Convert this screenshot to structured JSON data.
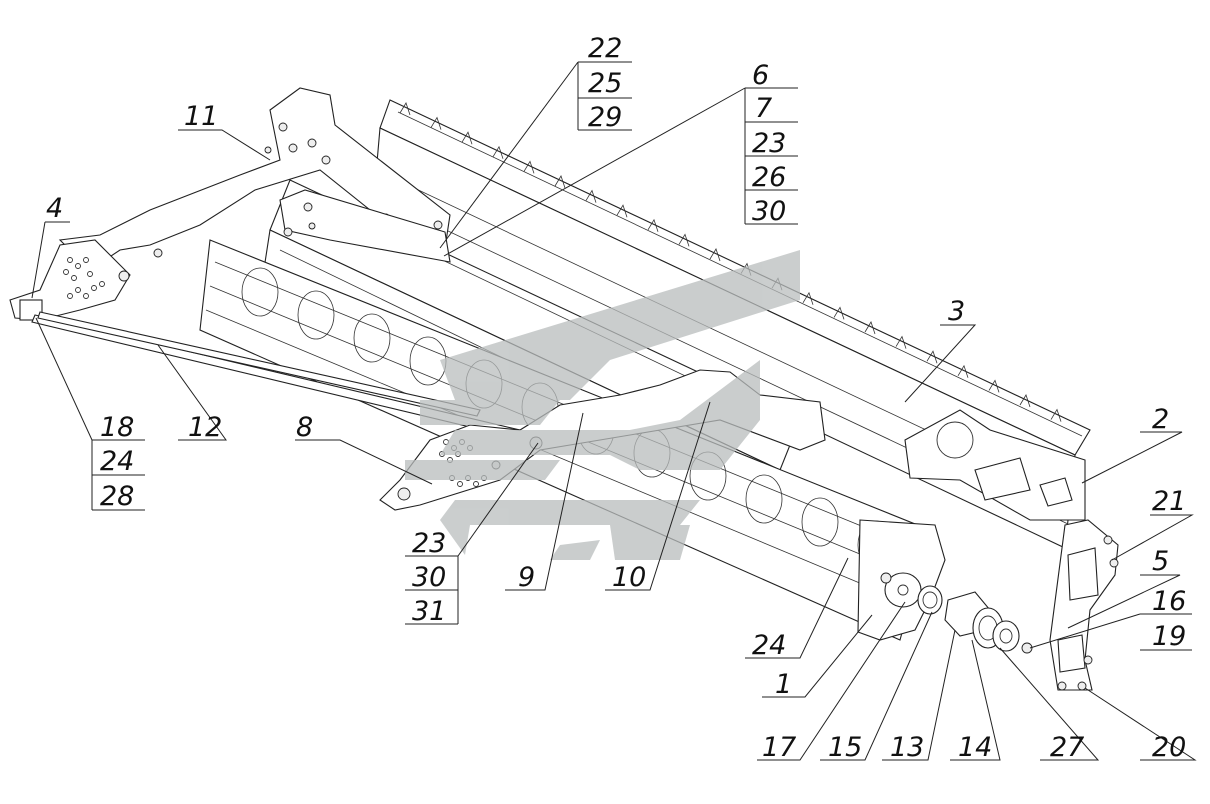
{
  "watermark_color": "#b9bdbd",
  "line_color": "#222222",
  "callouts": {
    "c1": "1",
    "c2": "2",
    "c3": "3",
    "c4": "4",
    "c5": "5",
    "c6": "6",
    "c7": "7",
    "c8": "8",
    "c9": "9",
    "c10": "10",
    "c11": "11",
    "c12": "12",
    "c13": "13",
    "c14": "14",
    "c15": "15",
    "c16": "16",
    "c17": "17",
    "c18": "18",
    "c19": "19",
    "c20": "20",
    "c21": "21",
    "c22": "22",
    "c23": "23",
    "c24": "24",
    "c25": "25",
    "c26": "26",
    "c27": "27",
    "c28": "28",
    "c29": "29",
    "c30": "30",
    "c31": "31"
  }
}
